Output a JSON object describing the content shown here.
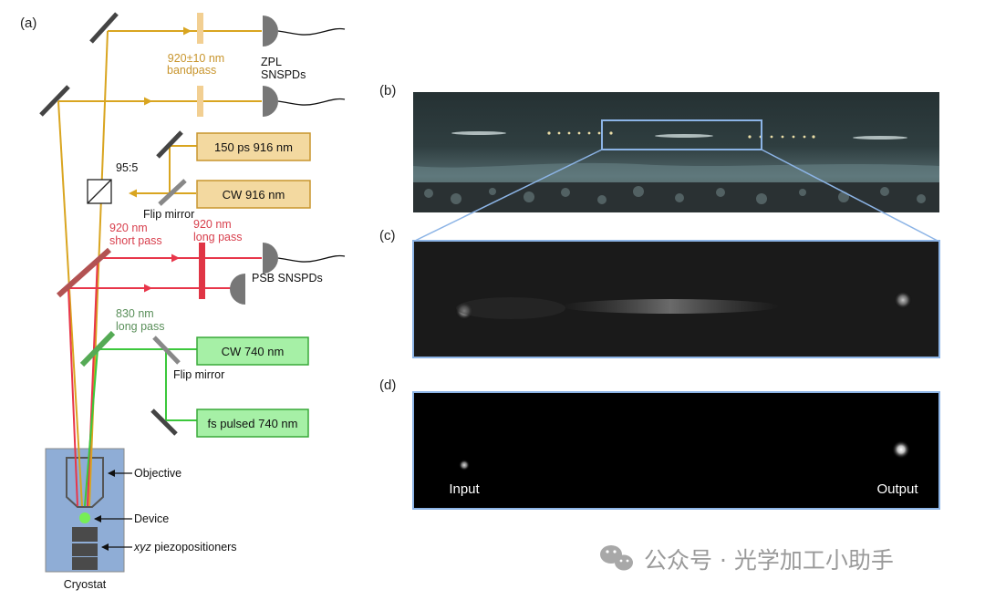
{
  "panels": {
    "a": "(a)",
    "b": "(b)",
    "c": "(c)",
    "d": "(d)"
  },
  "labels": {
    "bandpass_1": "920±10 nm",
    "bandpass_2": "bandpass",
    "zpl_1": "ZPL",
    "zpl_2": "SNSPDs",
    "ratio": "95:5",
    "flip_mirror_1": "Flip mirror",
    "short_pass_1": "920 nm",
    "short_pass_2": "short pass",
    "long_pass_1": "920 nm",
    "long_pass_2": "long pass",
    "psb": "PSB SNSPDs",
    "lp830_1": "830 nm",
    "lp830_2": "long pass",
    "flip_mirror_2": "Flip mirror",
    "objective": "Objective",
    "device": "Device",
    "xyz_italic": "xyz",
    "xyz_rest": " piezopositioners",
    "cryostat": "Cryostat"
  },
  "boxes": {
    "laser_150ps": "150 ps 916 nm",
    "laser_cw916": "CW 916 nm",
    "laser_cw740": "CW 740 nm",
    "laser_fs740": "fs pulsed 740 nm"
  },
  "image_d": {
    "input": "Input",
    "output": "Output"
  },
  "watermark": "公众号 · 光学加工小助手",
  "colors": {
    "yellow_beam": "#d9a520",
    "red_beam": "#e8364a",
    "green_beam": "#3cc83c",
    "yellow_box": "#f3d9a0",
    "green_box": "#a6f0a6",
    "cryostat": "#8fadd6",
    "frame_blue": "#8cb4e6"
  }
}
